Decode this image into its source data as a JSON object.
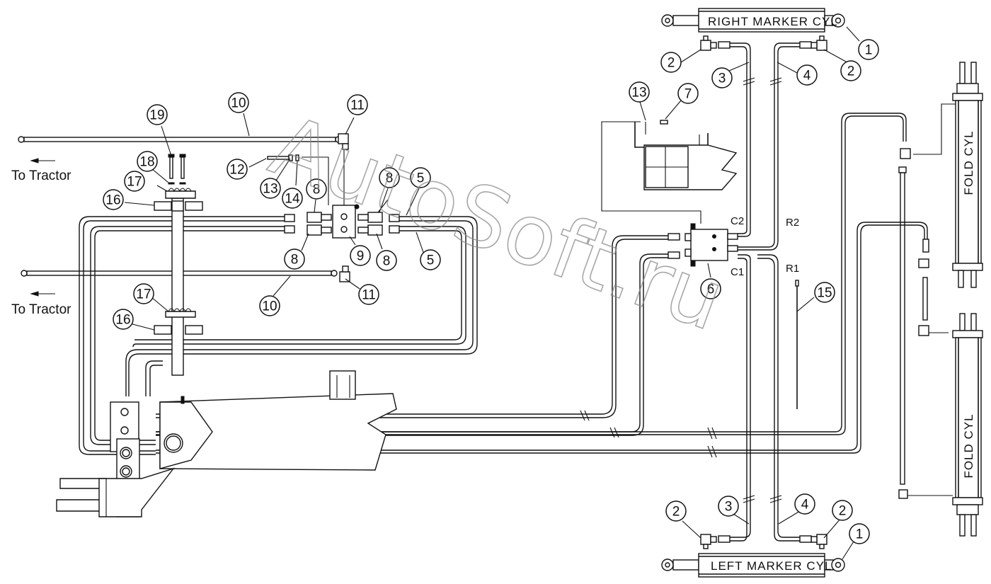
{
  "diagram": {
    "labels": {
      "to_tractor_upper": "To Tractor",
      "to_tractor_lower": "To Tractor",
      "right_marker_cyl": "RIGHT MARKER CYL",
      "left_marker_cyl": "LEFT MARKER CYL",
      "fold_cyl_upper": "FOLD CYL",
      "fold_cyl_lower": "FOLD CYL",
      "port_c2": "C2",
      "port_c1": "C1",
      "port_r2": "R2",
      "port_r1": "R1"
    },
    "watermark": "AutoSoft.ru",
    "callouts": [
      {
        "n": "1"
      },
      {
        "n": "2"
      },
      {
        "n": "2"
      },
      {
        "n": "3"
      },
      {
        "n": "4"
      },
      {
        "n": "13"
      },
      {
        "n": "7"
      },
      {
        "n": "5"
      },
      {
        "n": "5"
      },
      {
        "n": "6"
      },
      {
        "n": "15"
      },
      {
        "n": "10"
      },
      {
        "n": "11"
      },
      {
        "n": "19"
      },
      {
        "n": "18"
      },
      {
        "n": "17"
      },
      {
        "n": "16"
      },
      {
        "n": "12"
      },
      {
        "n": "13"
      },
      {
        "n": "14"
      },
      {
        "n": "8"
      },
      {
        "n": "8"
      },
      {
        "n": "8"
      },
      {
        "n": "8"
      },
      {
        "n": "9"
      },
      {
        "n": "10"
      },
      {
        "n": "11"
      },
      {
        "n": "17"
      },
      {
        "n": "16"
      },
      {
        "n": "2"
      },
      {
        "n": "3"
      },
      {
        "n": "4"
      },
      {
        "n": "2"
      },
      {
        "n": "1"
      }
    ]
  }
}
